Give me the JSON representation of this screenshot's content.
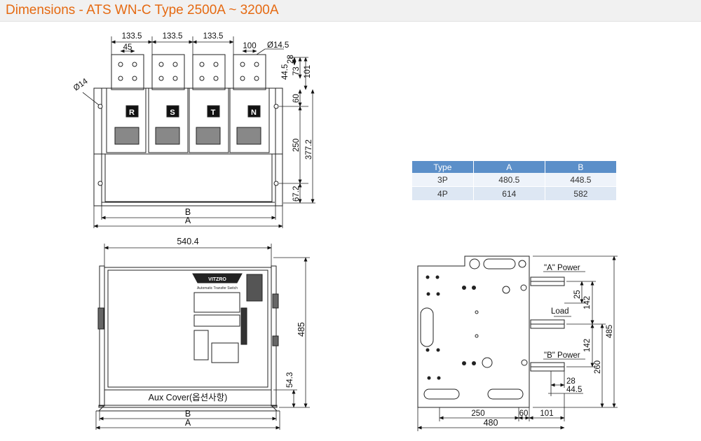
{
  "header": {
    "title": "Dimensions - ATS WN-C Type 2500A ~ 3200A"
  },
  "top_view": {
    "pitch_1": "133.5",
    "pitch_2": "133.5",
    "pitch_3": "133.5",
    "bar_45": "45",
    "bar_100": "100",
    "hole_145": "Ø14.5",
    "d_28": "28",
    "d_445": "44.5",
    "d_73": "73",
    "d_101": "101",
    "d_60": "60",
    "d_250": "250",
    "d_3772": "377.2",
    "d_672": "67.2",
    "hole_14": "Ø14",
    "phase_r": "R",
    "phase_s": "S",
    "phase_t": "T",
    "phase_n": "N",
    "dim_b": "B",
    "dim_a": "A"
  },
  "front_view": {
    "width": "540.4",
    "height": "485",
    "d_543": "54.3",
    "brand": "VITZRO",
    "subtitle": "Automatic Transfer Switch",
    "aux_cover": "Aux Cover(옵션사항)",
    "dim_b": "B",
    "dim_a": "A"
  },
  "side_view": {
    "a_power": "\"A\" Power",
    "load": "Load",
    "b_power": "\"B\" Power",
    "d_25": "25",
    "d_142a": "142",
    "d_142b": "142",
    "d_485": "485",
    "d_260": "260",
    "d_28": "28",
    "d_445": "44.5",
    "d_250": "250",
    "d_60": "60",
    "d_101": "101",
    "d_480": "480"
  },
  "spec_table": {
    "headers": [
      "Type",
      "A",
      "B"
    ],
    "rows": [
      [
        "3P",
        "480.5",
        "448.5"
      ],
      [
        "4P",
        "614",
        "582"
      ]
    ]
  }
}
